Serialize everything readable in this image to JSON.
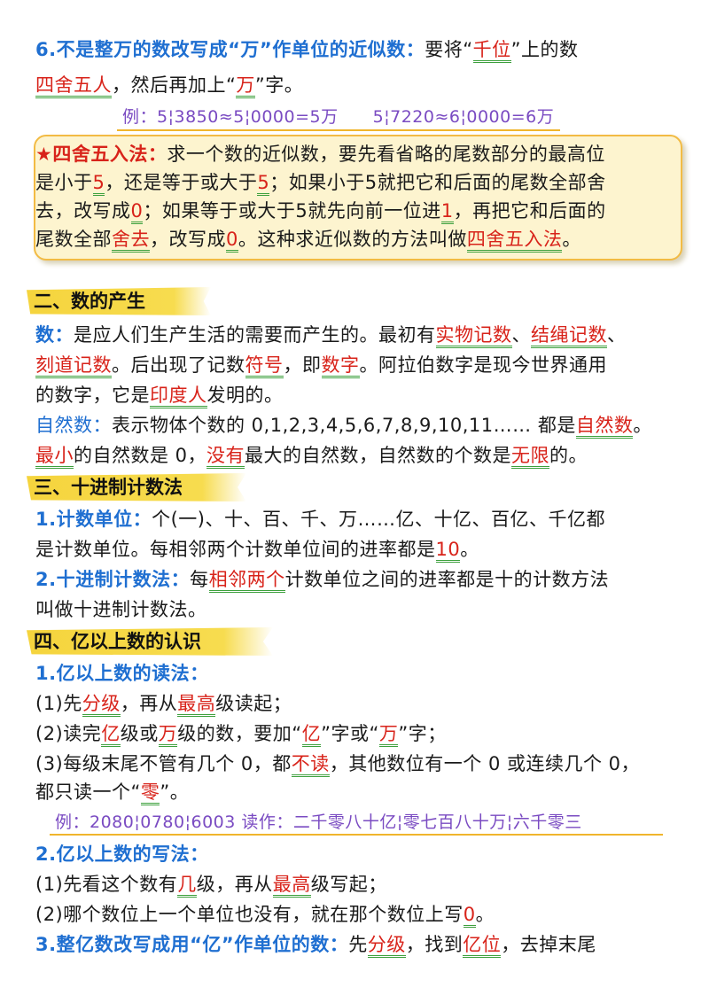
{
  "p6": {
    "title": "6.不是整万的数改写成“万”作单位的近似数：",
    "t1": "要将“",
    "h1": "千位",
    "t2": "”上的数",
    "h2": "四舍五人",
    "t3": "，然后再加上“",
    "h3": "万",
    "t4": "”字。",
    "example": "例：5¦3850≈5¦0000=5万　　5¦7220≈6¦0000=6万"
  },
  "note": {
    "title": "★四舍五入法：",
    "l1": "求一个数的近似数，要先看省略的尾数部分的最高位",
    "l2a": "是小于",
    "l2h1": "5",
    "l2b": "，还是等于或大于",
    "l2h2": "5",
    "l2c": "；如果小于5就把它和后面的尾数全部舍",
    "l3a": "去，改写成",
    "l3h1": "0",
    "l3b": "；如果等于或大于5就先向前一位进",
    "l3h2": "1",
    "l3c": "，再把它和后面的",
    "l4a": "尾数全部",
    "l4h1": "舍去",
    "l4b": "，改写成",
    "l4h2": "0",
    "l4c": "。这种求近似数的方法叫做",
    "l4h3": "四舍五入法",
    "l4d": "。"
  },
  "s2": {
    "heading": "二、数的产生",
    "label": "数：",
    "l1a": "是应人们生产生活的需要而产生的。最初有",
    "l1h1": "实物记数",
    "l1b": "、",
    "l1h2": "结绳记数",
    "l1c": "、",
    "l2h1": "刻道记数",
    "l2a": "。后出现了记数",
    "l2h2": "符号",
    "l2b": "，即",
    "l2h3": "数字",
    "l2c": "。阿拉伯数字是现今世界通用",
    "l3a": "的数字，它是",
    "l3h1": "印度人",
    "l3b": "发明的。",
    "nat_label": "自然数：",
    "n1a": "表示物体个数的 0,1,2,3,4,5,6,7,8,9,10,11……  都是",
    "n1h": "自然数",
    "n1b": "。",
    "n2h1": "最小",
    "n2a": "的自然数是 0，",
    "n2h2": "没有",
    "n2b": "最大的自然数，自然数的个数是",
    "n2h3": "无限",
    "n2c": "的。"
  },
  "s3": {
    "heading": "三、十进制计数法",
    "i1": "1.计数单位：",
    "i1a": "个(一)、十、百、千、万……亿、十亿、百亿、千亿都",
    "i1b": "是计数单位。每相邻两个计数单位间的进率都是",
    "i1h": "10",
    "i1c": "。",
    "i2": "2.十进制计数法：",
    "i2a": "每",
    "i2h": "相邻两个",
    "i2b": "计数单位之间的进率都是十的计数方法",
    "i2c": "叫做十进制计数法。"
  },
  "s4": {
    "heading": "四、亿以上数的认识",
    "r_title": "1.亿以上数的读法：",
    "r1a": "(1)先",
    "r1h1": "分级",
    "r1b": "，再从",
    "r1h2": "最高",
    "r1c": "级读起；",
    "r2a": "(2)读完",
    "r2h1": "亿",
    "r2b": "级或",
    "r2h2": "万",
    "r2c": "级的数，要加“",
    "r2h3": "亿",
    "r2d": "”字或“",
    "r2h4": "万",
    "r2e": "”字；",
    "r3a": "(3)每级末尾不管有几个 0，都",
    "r3h": "不读",
    "r3b": "，其他数位有一个 0 或连续几个 0，",
    "r4a": "都只读一个“",
    "r4h": "零",
    "r4b": "”。",
    "example": "例：2080¦0780¦6003  读作：二千零八十亿¦零七百八十万¦六千零三",
    "w_title": "2.亿以上数的写法：",
    "w1a": "(1)先看这个数有",
    "w1h1": "几",
    "w1b": "级，再从",
    "w1h2": "最高",
    "w1c": "级写起；",
    "w2a": "(2)哪个数位上一个单位也没有，就在那个数位上写",
    "w2h": "0",
    "w2b": "。",
    "c_title": "3.整亿数改写成用“亿”作单位的数：",
    "c1a": "先",
    "c1h1": "分级",
    "c1b": "，找到",
    "c1h2": "亿位",
    "c1c": "，去掉末尾"
  }
}
